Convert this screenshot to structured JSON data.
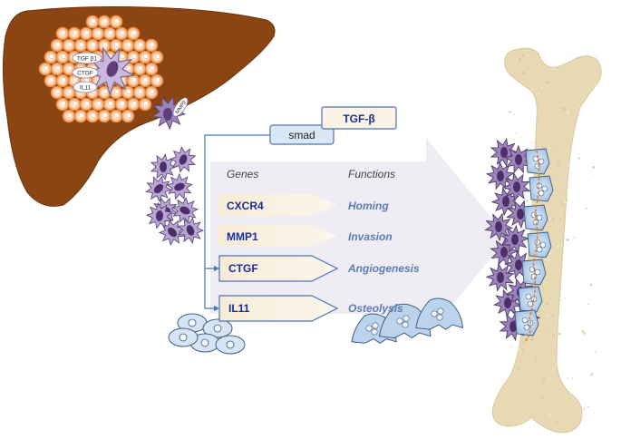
{
  "pathway": {
    "ligand": "TGF-β",
    "transducer": "smad"
  },
  "cell_labels": {
    "tgfb1": "TGF β1",
    "ctgf": "CTGF",
    "il11": "IL11",
    "mmp9": "MMP9"
  },
  "table": {
    "genes_header": "Genes",
    "functions_header": "Functions",
    "rows": [
      {
        "gene": "CXCR4",
        "function": "Homing"
      },
      {
        "gene": "MMP1",
        "function": "Invasion"
      },
      {
        "gene": "CTGF",
        "function": "Angiogenesis"
      },
      {
        "gene": "IL11",
        "function": "Osteolysis"
      }
    ]
  },
  "colors": {
    "liver": "#8b4513",
    "tumor_cell": "#f4a460",
    "metastatic_cell": "#9b84b8",
    "bone": "#e8d9b5",
    "arrow_fill": "#eeeaf3",
    "gene_box": "#f7ecd6",
    "gene_text": "#1a2d9a",
    "function_text": "#5b7cb8",
    "line_blue": "#4a74b8"
  }
}
